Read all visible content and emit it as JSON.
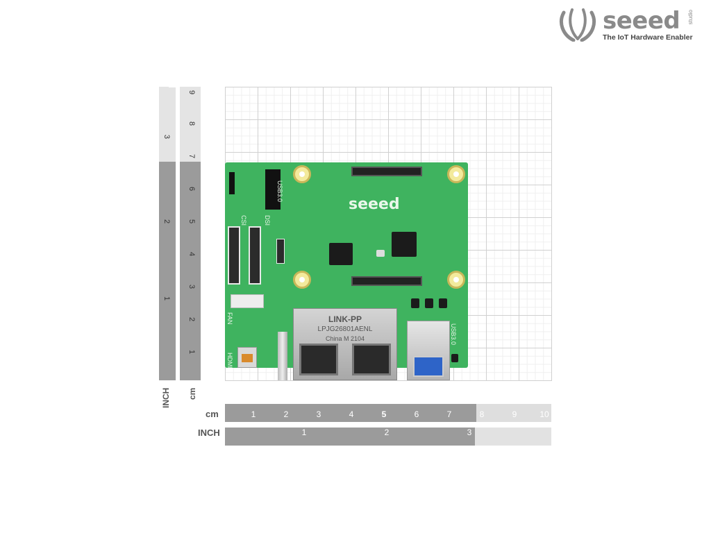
{
  "logo": {
    "brand": "seeed",
    "suffix": "studio",
    "tagline": "The IoT Hardware Enabler",
    "color": "#8a8a8a"
  },
  "rulers": {
    "vertical_inch": {
      "unit": "INCH",
      "labels": [
        "1",
        "2",
        "3"
      ]
    },
    "vertical_cm": {
      "unit": "cm",
      "labels": [
        "1",
        "2",
        "3",
        "4",
        "5",
        "6",
        "7",
        "8",
        "9"
      ]
    },
    "horizontal_cm": {
      "unit": "cm",
      "labels": [
        "1",
        "2",
        "3",
        "4",
        "5",
        "6",
        "7",
        "8",
        "9",
        "10"
      ]
    },
    "horizontal_inch": {
      "unit": "INCH",
      "labels": [
        "1",
        "2",
        "3"
      ]
    }
  },
  "board": {
    "color": "#3fb35f",
    "brand": "seeed",
    "silkscreen": {
      "usb": "USB3.0",
      "csi": "CSI",
      "dsi": "DSI",
      "fan": "FAN",
      "hdmi": "HDMI",
      "usb3": "USB3.0"
    },
    "rj45": {
      "brand": "LINK-PP",
      "part": "LPJG26801AENL",
      "origin": "China M 2104"
    }
  }
}
